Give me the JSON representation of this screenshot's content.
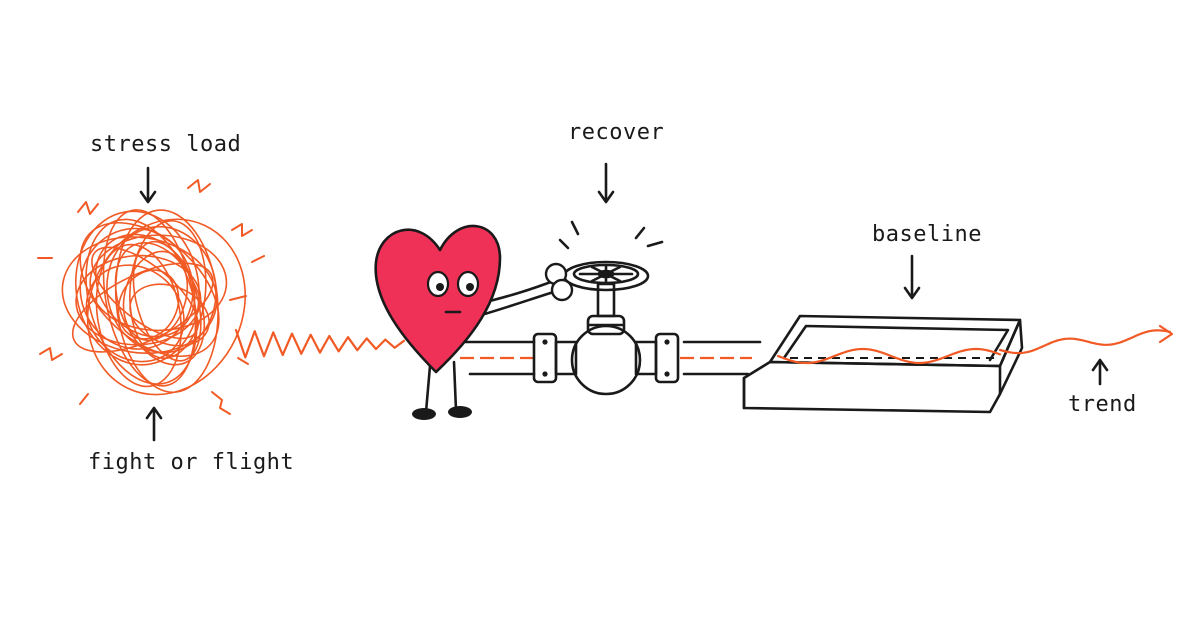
{
  "labels": {
    "stress_load": "stress load",
    "fight_or_flight": "fight or flight",
    "recover": "recover",
    "baseline": "baseline",
    "trend": "trend"
  },
  "colors": {
    "accent": "#f15a24",
    "heart": "#ef3157",
    "ink": "#1a1a1a",
    "background": "#ffffff"
  },
  "icons": {
    "stress": "tangled-scribble-icon",
    "heart": "heart-character-icon",
    "valve": "valve-wheel-icon",
    "tray": "tray-icon"
  }
}
